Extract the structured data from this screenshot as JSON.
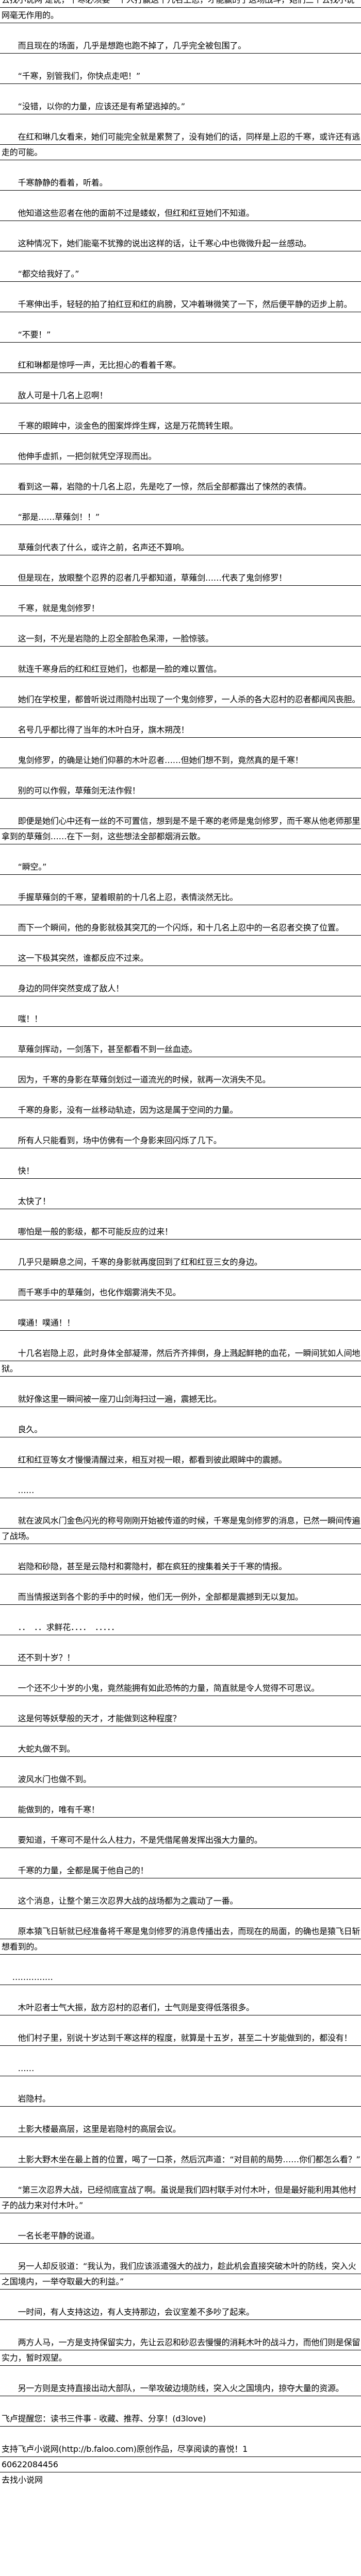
{
  "paragraphs": [
    "去找小说网 是说，千寒必须要一个人打赢这十几名上忍，才能赢的了这场战斗，她们三个去找小说网毫无作用的。",
    "　　而且现在的场面，几乎是想跑也跑不掉了，几乎完全被包围了。",
    "　　“千寒，别管我们，你快点走吧！”",
    "　　“没错，以你的力量，应该还是有希望逃掉的。”",
    "　　在红和琳几女看来，她们可能完全就是累赘了，没有她们的话，同样是上忍的千寒，或许还有逃走的可能。",
    "　　千寒静静的看着，听着。",
    "　　他知道这些忍者在他的面前不过是蝼蚁，但红和红豆她们不知道。",
    "　　这种情况下，她们能毫不犹豫的说出这样的话，让千寒心中也微微升起一丝感动。",
    "　　“都交给我好了。”",
    "　　千寒伸出手，轻轻的拍了拍红豆和红的肩膀，又冲着琳微笑了一下，然后便平静的迈步上前。",
    "　　“不要！”",
    "　　红和琳都是惊呼一声，无比担心的看着千寒。",
    "　　敌人可是十几名上忍啊！",
    "　　千寒的眼眸中，淡金色的图案烨烨生辉，这是万花筒转生眼。",
    "　　他伸手虚抓，一把剑就凭空浮现而出。",
    "　　看到这一幕，岩隐的十几名上忍，先是吃了一惊，然后全部都露出了悚然的表情。",
    "　　“那是……草薙剑！！”",
    "　　草薙剑代表了什么，或许之前，名声还不算响。",
    "　　但是现在，放眼整个忍界的忍者几乎都知道，草薙剑……代表了鬼剑修罗！",
    "　　千寒，就是鬼剑修罗！",
    "　　这一刻，不光是岩隐的上忍全部脸色呆滞，一脸惊骇。",
    "　　就连千寒身后的红和红豆她们，也都是一脸的难以置信。",
    "　　她们在学校里，都曾听说过雨隐村出现了一个鬼剑修罗，一人杀的各大忍村的忍者都闻风丧胆。",
    "　　名号几乎都比得了当年的木叶白牙，旗木朔茂！",
    "　　鬼剑修罗，的确是让她们仰慕的木叶忍者……但她们想不到，竟然真的是千寒！",
    "　　别的可以作假，草薙剑无法作假！",
    "　　即便是她们心中还有一丝的不可置信，想到是不是千寒的老师是鬼剑修罗，而千寒从他老师那里拿到的草薙剑……在下一刻，这些想法全部都烟消云散。",
    "　　“瞬空。”",
    "　　手握草薙剑的千寒，望着眼前的十几名上忍，表情淡然无比。",
    "　　而下一个瞬间，他的身影就极其突兀的一个闪烁，和十几名上忍中的一名忍者交换了位置。",
    "　　这一下极其突然，谁都反应不过来。",
    "　　身边的同伴突然变成了敌人！",
    "　　嗤！！",
    "　　草薙剑挥动，一剑落下，甚至都看不到一丝血迹。",
    "　　因为，千寒的身影在草薙剑划过一道流光的时候，就再一次消失不见。",
    "　　千寒的身影，没有一丝移动轨迹，因为这是属于空间的力量。",
    "　　所有人只能看到，场中仿佛有一个身影来回闪烁了几下。",
    "　　快！",
    "　　太快了！",
    "　　哪怕是一般的影级，都不可能反应的过来！",
    "　　几乎只是瞬息之间，千寒的身影就再度回到了红和红豆三女的身边。",
    "　　而千寒手中的草薙剑，也化作烟雾消失不见。",
    "　　噗通！噗通！！",
    "　　十几名岩隐上忍，此时身体全部凝滞，然后齐齐摔倒，身上溅起鲜艳的血花，一瞬间犹如人间地狱。",
    "　　就好像这里一瞬间被一座刀山剑海扫过一遍，震撼无比。",
    "　　良久。",
    "　　红和红豆等女才慢慢清醒过来，相互对视一眼，都看到彼此眼眸中的震撼。",
    "　　……",
    "　　就在波风水门金色闪光的称号刚刚开始被传道的时候，千寒是鬼剑修罗的消息，已然一瞬间传遍了战场。",
    "　　岩隐和砂隐，甚至是云隐村和雾隐村，都在疯狂的搜集着关于千寒的情报。",
    "　　而当情报送到各个影的手中的时候，他们无一例外，全部都是震撼到无以复加。",
    "　　．．　．．求鲜花．．．．　．．．．．",
    "　　还不到十岁？！",
    "　　一个还不少十岁的小鬼，竟然能拥有如此恐怖的力量，简直就是令人觉得不可思议。",
    "　　这是何等妖孽般的天才，才能做到这种程度？",
    "　　大蛇丸做不到。",
    "　　波风水门也做不到。",
    "　　能做到的，唯有千寒！",
    "　　要知道，千寒可不是什么人柱力，不是凭借尾兽发挥出强大力量的。",
    "　　千寒的力量，全都是属于他自己的！",
    "　　这个消息，让整个第三次忍界大战的战场都为之震动了一番。",
    "　　原本猿飞日斩就已经准备将千寒是鬼剑修罗的消息传播出去，而现在的局面，的确也是猿飞日斩想看到的。",
    "　 ……………",
    "　　木叶忍者士气大振，敌方忍村的忍者们，士气则是变得低落很多。",
    "　　他们村子里，别说十岁达到千寒这样的程度，就算是十五岁，甚至二十岁能做到的，都没有！",
    "　　……",
    "　　岩隐村。",
    "　　土影大楼最高层，这里是岩隐村的高层会议。",
    "　　土影大野木坐在最上首的位置，喝了一口茶，然后沉声道：“对目前的局势……你们都怎么看？”",
    "　　“第三次忍界大战，已经彻底宣战了啊。虽说是我们四村联手对付木叶，但是最好能利用其他村子的战力来对付木叶。”",
    "　　一名长老平静的说道。",
    "　　另一人却反驳道：“我认为，我们应该派遣强大的战力，趁此机会直接突破木叶的防线，突入火之国境内，一举夺取最大的利益。”",
    "　　一时间，有人支持这边，有人支持那边，会议室差不多吵了起来。",
    "　　两方人马，一方是支持保留实力，先让云忍和砂忍去慢慢的消耗木叶的战斗力，而他们则是保留实力，暂时观望。",
    "　　另一方则是支持直接出动大部队，一举攻破边境防线，突入火之国境内，掠夺大量的资源。",
    "飞卢提醒您：读书三件事 - 收藏、推荐、分享！(d3love)"
  ],
  "footer": {
    "support_line": "支持飞卢小说网(http://b.faloo.com)原创作品，尽享阅读的喜悦！1",
    "code_line": "60622084456",
    "site_label": "去找小说网"
  }
}
